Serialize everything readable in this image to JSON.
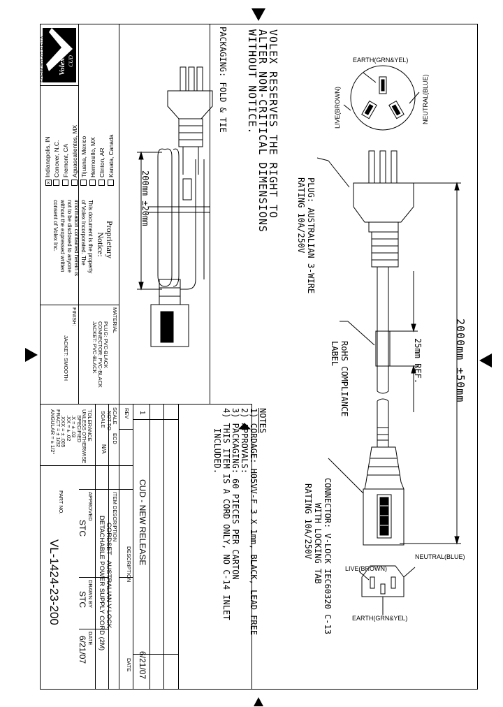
{
  "notice": {
    "lines": [
      "VOLEX RESERVES THE RIGHT TO",
      "ALTER NON-CRITICAL DIMENSIONS",
      "WITHOUT NOTICE."
    ]
  },
  "packaging_label": "PACKAGING: FOLD & TIE",
  "plug": {
    "callout_line1": "PLUG: AUSTRALIAN 3-WIRE",
    "callout_line2": "RATING 10A/250V",
    "earth": "EARTH(GRN&YEL)",
    "neutral": "NEUTRAL(BLUE)",
    "live": "LIVE(BROWN)"
  },
  "connector": {
    "callout_line1": "CONNECTOR: V-LOCK IEC60320 C-13",
    "callout_line2": "WITH LOCKING TAB",
    "callout_line3": "RATING 10A/250V",
    "earth": "EARTH(GRN&YEL)",
    "neutral": "NEUTRAL(BLUE)",
    "live": "LIVE(BROWN)"
  },
  "dimensions": {
    "length": "2000mm ±50mm",
    "ref": "25mm REF.",
    "fold": "200mm ±20mm"
  },
  "rohs": {
    "line1": "RoHS COMPLIANCE",
    "line2": "LABEL"
  },
  "notes": {
    "heading": "NOTES",
    "items": [
      "1) CORDAGE: H05VV-F 3 X 1mm, BLACK, LEAD FREE",
      "2) APPROVALS:",
      "3) PACKAGING: 60 PIECES PER CARTON",
      "4) THIS ITEM IS A CORD ONLY, NO C-14 INLET",
      "    INCLUDED."
    ]
  },
  "brand": {
    "name": "Volex",
    "sub": "CUD",
    "form": "FORM #01-07 REV.A"
  },
  "locations": [
    {
      "label": "Indianapolis, IN",
      "checked": true
    },
    {
      "label": "Conover, N.C.",
      "checked": false
    },
    {
      "label": "Fremont, CA",
      "checked": false
    },
    {
      "label": "Aguascalientes, MX",
      "checked": false
    },
    {
      "label": "Tijuana, Mexico",
      "checked": false
    },
    {
      "label": "Hermosillo, MX",
      "checked": false
    },
    {
      "label": "Clinton, AR",
      "checked": false
    },
    {
      "label": "Kanata, Canada",
      "checked": false
    }
  ],
  "proprietary": {
    "title1": "Proprietary",
    "title2": "Notice:",
    "body": [
      "This document is the property",
      "of Volex Incorporated.  The",
      "information contained herein is",
      "not to be disclosed to anyone",
      "without the expressed written",
      "consent of Volex Inc."
    ]
  },
  "material": {
    "label": "MATERIAL",
    "plug": "PLUG: PVC-BLACK",
    "connector": "CONNECTOR: PVC-BLACK",
    "jacket": "JACKET: PVC-BLACK"
  },
  "finish": {
    "label": "FINISH:",
    "jacket": "JACKET: SMOOTH"
  },
  "tolerance": {
    "lines": [
      "TOLERANCE",
      "UNLESS OTHERWISE",
      "SPECIFIED",
      ".X = ± .03",
      ".XX = ± .02",
      ".XXX = ± .005",
      "FRACT = ± 1/32",
      "ANGULAR = ± 1/2°"
    ]
  },
  "scale": {
    "label1": "SCALE",
    "value1": "NOT TO",
    "value2": "SCALE"
  },
  "rev_header": "REV",
  "ecd_header": "ECD",
  "ecd_value": "N/A",
  "revision": {
    "rev": "1",
    "description": "CUD - NEW RELEASE",
    "date": "6/21/07"
  },
  "rev_cols": {
    "description": "DESCRIPTION",
    "date": "DATE"
  },
  "item": {
    "label": "ITEM DESCRIPTION",
    "line1": "CORDSET - AUSTRALIAN V-LOCK",
    "line2": "DETACHABLE POWER SUPPLY CORD (2M)"
  },
  "approved": {
    "label": "APPROVED",
    "value": "STC"
  },
  "drawn": {
    "label": "DRAWN BY",
    "value": "STC"
  },
  "date": {
    "label": "DATE",
    "value": "6/21/07"
  },
  "part": {
    "label": "PART NO.",
    "value": "VL-1424-23-200"
  }
}
